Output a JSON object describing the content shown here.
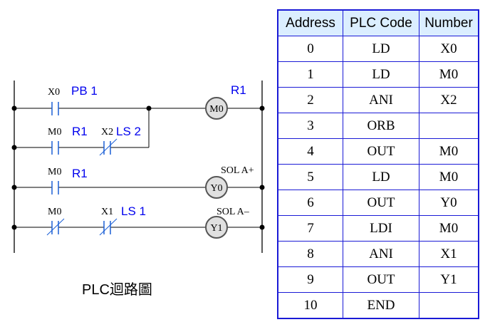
{
  "diagram": {
    "caption": "PLC迴路圖",
    "rungs": [
      {
        "contacts": [
          {
            "addr": "X0",
            "name": "PB 1",
            "type": "NO"
          }
        ],
        "coil": {
          "addr": "M0",
          "label": "R1"
        }
      },
      {
        "branch": true,
        "contacts": [
          {
            "addr": "M0",
            "name": "R1",
            "type": "NO"
          },
          {
            "addr": "X2",
            "name": "LS 2",
            "type": "NC"
          }
        ]
      },
      {
        "contacts": [
          {
            "addr": "M0",
            "name": "R1",
            "type": "NO"
          }
        ],
        "coil": {
          "addr": "Y0",
          "label": "SOL A+"
        }
      },
      {
        "contacts": [
          {
            "addr": "M0",
            "name": "",
            "type": "NC"
          },
          {
            "addr": "X1",
            "name": "LS 1",
            "type": "NC"
          }
        ],
        "coil": {
          "addr": "Y1",
          "label": "SOL A–"
        }
      }
    ],
    "colors": {
      "wire": "#000000",
      "contact": "#1a5fd6",
      "label": "#0000ee",
      "coil_fill": "#e0e0e0",
      "coil_stroke": "#555555"
    }
  },
  "table": {
    "headers": [
      "Address",
      "PLC Code",
      "Number"
    ],
    "rows": [
      [
        "0",
        "LD",
        "X0"
      ],
      [
        "1",
        "LD",
        "M0"
      ],
      [
        "2",
        "ANI",
        "X2"
      ],
      [
        "3",
        "ORB",
        ""
      ],
      [
        "4",
        "OUT",
        "M0"
      ],
      [
        "5",
        "LD",
        "M0"
      ],
      [
        "6",
        "OUT",
        "Y0"
      ],
      [
        "7",
        "LDI",
        "M0"
      ],
      [
        "8",
        "ANI",
        "X1"
      ],
      [
        "9",
        "OUT",
        "Y1"
      ],
      [
        "10",
        "END",
        ""
      ]
    ]
  }
}
